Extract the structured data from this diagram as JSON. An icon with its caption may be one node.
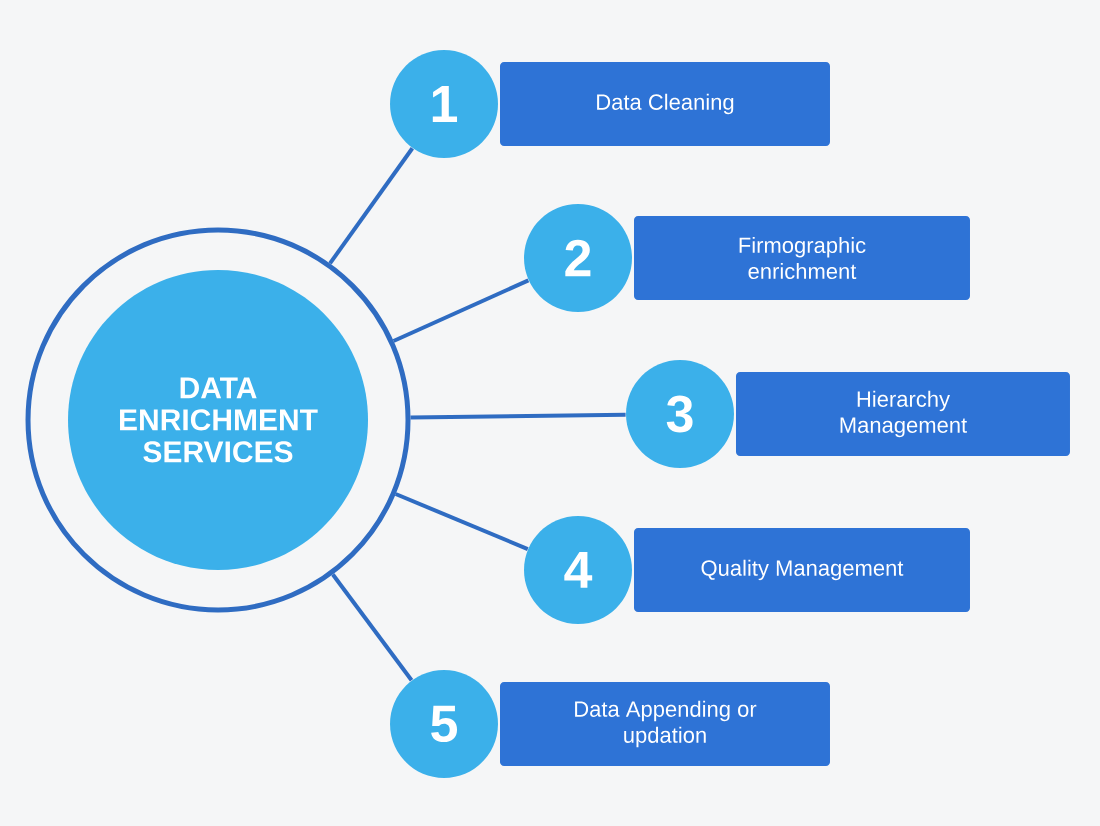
{
  "diagram": {
    "nodes": [
      {
        "text": [
          "DATA ENRICHMENT SERVICES"
        ]
      },
      {
        "text": [
          "1"
        ]
      },
      {
        "text": [
          "Data Cleaning"
        ]
      },
      {
        "text": [
          "2"
        ]
      },
      {
        "text": [
          "Firmographic enrichment"
        ]
      },
      {
        "text": [
          "3"
        ]
      },
      {
        "text": [
          "Hierarchy Management"
        ]
      },
      {
        "text": [
          "4"
        ]
      },
      {
        "text": [
          "Quality Management"
        ]
      },
      {
        "text": [
          "5"
        ]
      },
      {
        "text": [
          "Data Appending or updation"
        ]
      }
    ],
    "edges": [
      {
        "from": 0,
        "to": 1,
        "arrow": "none"
      },
      {
        "from": 0,
        "to": 3,
        "arrow": "none"
      },
      {
        "from": 0,
        "to": 5,
        "arrow": "none"
      },
      {
        "from": 0,
        "to": 7,
        "arrow": "none"
      },
      {
        "from": 0,
        "to": 9,
        "arrow": "none"
      }
    ]
  }
}
